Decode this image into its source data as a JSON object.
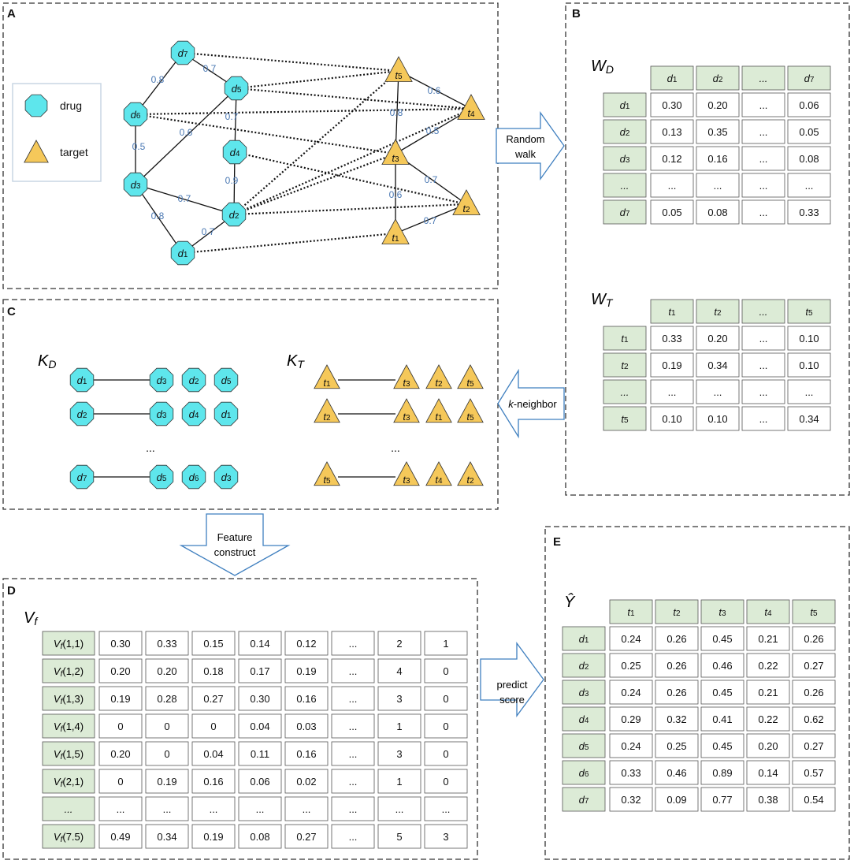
{
  "panels": {
    "A": "A",
    "B": "B",
    "C": "C",
    "D": "D",
    "E": "E"
  },
  "legend": {
    "drug": "drug",
    "target": "target"
  },
  "network": {
    "drugs": [
      "d1",
      "d2",
      "d3",
      "d4",
      "d5",
      "d6",
      "d7"
    ],
    "targets": [
      "t1",
      "t2",
      "t3",
      "t4",
      "t5"
    ],
    "weighted_edges": [
      {
        "a": "d7",
        "b": "d6",
        "w": "0.8"
      },
      {
        "a": "d7",
        "b": "d5",
        "w": "0.7"
      },
      {
        "a": "d6",
        "b": "d3",
        "w": "0.5"
      },
      {
        "a": "d3",
        "b": "d5",
        "w": "0.6"
      },
      {
        "a": "d5",
        "b": "d4",
        "w": "0.7"
      },
      {
        "a": "d4",
        "b": "d2",
        "w": "0.9"
      },
      {
        "a": "d3",
        "b": "d2",
        "w": "0.7"
      },
      {
        "a": "d3",
        "b": "d1",
        "w": "0.8"
      },
      {
        "a": "d1",
        "b": "d2",
        "w": "0.7"
      },
      {
        "a": "t5",
        "b": "t4",
        "w": "0.6"
      },
      {
        "a": "t5",
        "b": "t3",
        "w": "0.8"
      },
      {
        "a": "t3",
        "b": "t4",
        "w": "0.5"
      },
      {
        "a": "t3",
        "b": "t2",
        "w": "0.7"
      },
      {
        "a": "t3",
        "b": "t1",
        "w": "0.6"
      },
      {
        "a": "t1",
        "b": "t2",
        "w": "0.7"
      }
    ],
    "interactions": [
      [
        "d7",
        "t5"
      ],
      [
        "d5",
        "t5"
      ],
      [
        "d5",
        "t4"
      ],
      [
        "d6",
        "t4"
      ],
      [
        "d6",
        "t3"
      ],
      [
        "d4",
        "t2"
      ],
      [
        "d2",
        "t5"
      ],
      [
        "d2",
        "t4"
      ],
      [
        "d2",
        "t2"
      ],
      [
        "d2",
        "t3"
      ],
      [
        "d1",
        "t1"
      ]
    ]
  },
  "arrows": {
    "random_walk": [
      "Random",
      "walk"
    ],
    "k_neighbor": "k-neighbor",
    "feature_construct": [
      "Feature",
      "construct"
    ],
    "predict_score": [
      "predict",
      "score"
    ]
  },
  "W_D": {
    "title": "WD",
    "cols": [
      "d1",
      "d2",
      "...",
      "d7"
    ],
    "rows": [
      {
        "label": "d1",
        "values": [
          "0.30",
          "0.20",
          "...",
          "0.06"
        ]
      },
      {
        "label": "d2",
        "values": [
          "0.13",
          "0.35",
          "...",
          "0.05"
        ]
      },
      {
        "label": "d3",
        "values": [
          "0.12",
          "0.16",
          "...",
          "0.08"
        ]
      },
      {
        "label": "...",
        "values": [
          "...",
          "...",
          "...",
          "..."
        ]
      },
      {
        "label": "d7",
        "values": [
          "0.05",
          "0.08",
          "...",
          "0.33"
        ]
      }
    ]
  },
  "W_T": {
    "title": "WT",
    "cols": [
      "t1",
      "t2",
      "...",
      "t5"
    ],
    "rows": [
      {
        "label": "t1",
        "values": [
          "0.33",
          "0.20",
          "...",
          "0.10"
        ]
      },
      {
        "label": "t2",
        "values": [
          "0.19",
          "0.34",
          "...",
          "0.10"
        ]
      },
      {
        "label": "...",
        "values": [
          "...",
          "...",
          "...",
          "..."
        ]
      },
      {
        "label": "t5",
        "values": [
          "0.10",
          "0.10",
          "...",
          "0.34"
        ]
      }
    ]
  },
  "K_D": {
    "title": "KD",
    "rows": [
      {
        "node": "d1",
        "neighbors": [
          "d3",
          "d2",
          "d5"
        ]
      },
      {
        "node": "d2",
        "neighbors": [
          "d3",
          "d4",
          "d1"
        ]
      },
      {
        "node": "d7",
        "neighbors": [
          "d5",
          "d6",
          "d3"
        ]
      }
    ],
    "ellipsis": "..."
  },
  "K_T": {
    "title": "KT",
    "rows": [
      {
        "node": "t1",
        "neighbors": [
          "t3",
          "t2",
          "t5"
        ]
      },
      {
        "node": "t2",
        "neighbors": [
          "t3",
          "t1",
          "t5"
        ]
      },
      {
        "node": "t5",
        "neighbors": [
          "t3",
          "t4",
          "t2"
        ]
      }
    ],
    "ellipsis": "..."
  },
  "V_f": {
    "title": "Vf",
    "rows": [
      {
        "label": "Vf(1,1)",
        "values": [
          "0.30",
          "0.33",
          "0.15",
          "0.14",
          "0.12",
          "...",
          "2",
          "1"
        ]
      },
      {
        "label": "Vf(1,2)",
        "values": [
          "0.20",
          "0.20",
          "0.18",
          "0.17",
          "0.19",
          "...",
          "4",
          "0"
        ]
      },
      {
        "label": "Vf(1,3)",
        "values": [
          "0.19",
          "0.28",
          "0.27",
          "0.30",
          "0.16",
          "...",
          "3",
          "0"
        ]
      },
      {
        "label": "Vf(1,4)",
        "values": [
          "0",
          "0",
          "0",
          "0.04",
          "0.03",
          "...",
          "1",
          "0"
        ]
      },
      {
        "label": "Vf(1,5)",
        "values": [
          "0.20",
          "0",
          "0.04",
          "0.11",
          "0.16",
          "...",
          "3",
          "0"
        ]
      },
      {
        "label": "Vf(2,1)",
        "values": [
          "0",
          "0.19",
          "0.16",
          "0.06",
          "0.02",
          "...",
          "1",
          "0"
        ]
      },
      {
        "label": "...",
        "values": [
          "...",
          "...",
          "...",
          "...",
          "...",
          "...",
          "...",
          "..."
        ]
      },
      {
        "label": "Vf(7.5)",
        "values": [
          "0.49",
          "0.34",
          "0.19",
          "0.08",
          "0.27",
          "...",
          "5",
          "3"
        ]
      }
    ]
  },
  "Y_hat": {
    "title": "Ŷ",
    "cols": [
      "t1",
      "t2",
      "t3",
      "t4",
      "t5"
    ],
    "rows": [
      {
        "label": "d1",
        "values": [
          "0.24",
          "0.26",
          "0.45",
          "0.21",
          "0.26"
        ]
      },
      {
        "label": "d2",
        "values": [
          "0.25",
          "0.26",
          "0.46",
          "0.22",
          "0.27"
        ]
      },
      {
        "label": "d3",
        "values": [
          "0.24",
          "0.26",
          "0.45",
          "0.21",
          "0.26"
        ]
      },
      {
        "label": "d4",
        "values": [
          "0.29",
          "0.32",
          "0.41",
          "0.22",
          "0.62"
        ]
      },
      {
        "label": "d5",
        "values": [
          "0.24",
          "0.25",
          "0.45",
          "0.20",
          "0.27"
        ]
      },
      {
        "label": "d6",
        "values": [
          "0.33",
          "0.46",
          "0.89",
          "0.14",
          "0.57"
        ]
      },
      {
        "label": "d7",
        "values": [
          "0.32",
          "0.09",
          "0.77",
          "0.38",
          "0.54"
        ]
      }
    ]
  },
  "colors": {
    "drug": "#5ee6ec",
    "target": "#f5c85a",
    "header": "#dcebd6",
    "outline": "#333333",
    "weight_text": "#4a78b3",
    "arrow": "#3f7fbf"
  }
}
